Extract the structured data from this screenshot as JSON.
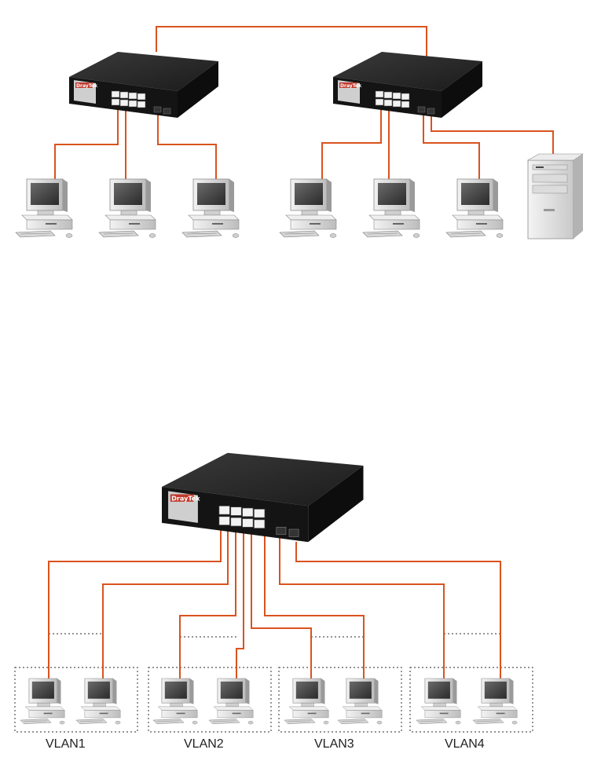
{
  "diagram": {
    "top": {
      "switches": [
        {
          "id": "switch-a",
          "brand": "DrayTek"
        },
        {
          "id": "switch-b",
          "brand": "DrayTek"
        }
      ],
      "clients": [
        "pc-1",
        "pc-2",
        "pc-3",
        "pc-4",
        "pc-5",
        "pc-6"
      ],
      "server": "server-tower"
    },
    "bottom": {
      "switch": {
        "id": "switch-c",
        "brand": "DrayTek"
      },
      "vlans": [
        {
          "label": "VLAN1"
        },
        {
          "label": "VLAN2"
        },
        {
          "label": "VLAN3"
        },
        {
          "label": "VLAN4"
        }
      ]
    },
    "colors": {
      "link": "#d9531e",
      "switch_body": "#1f1f1f",
      "switch_top": "#2e2e2e",
      "switch_front": "#141414",
      "pc_light": "#e4e4e4",
      "pc_shade": "#a9a9a9",
      "screen": "#3b3b3b",
      "dotted": "#555555"
    }
  }
}
